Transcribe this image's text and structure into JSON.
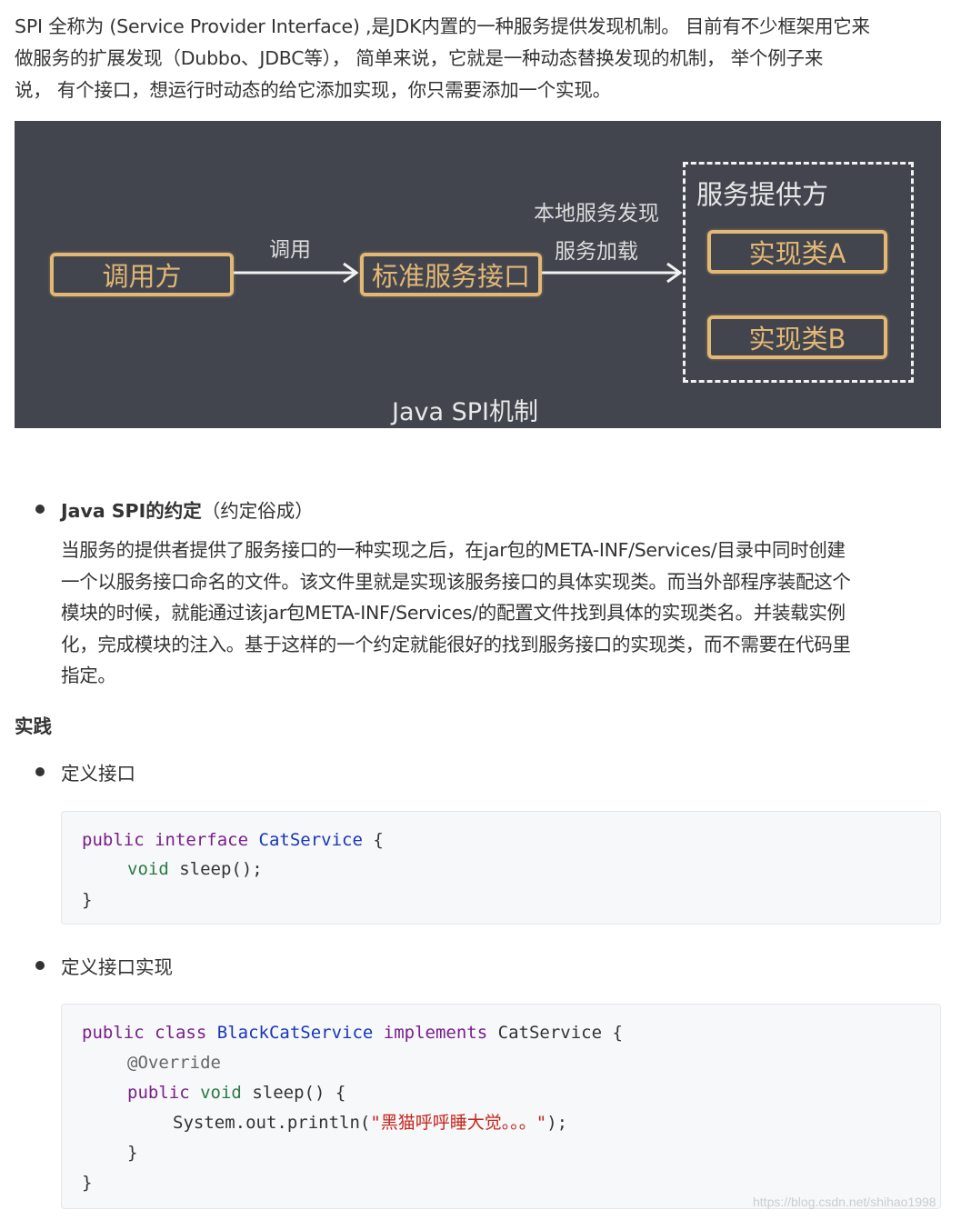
{
  "intro": {
    "lines": [
      "SPI 全称为 (Service Provider Interface) ,是JDK内置的一种服务提供发现机制。 目前有不少框架用它来",
      "做服务的扩展发现（Dubbo、JDBC等）， 简单来说，它就是一种动态替换发现的机制， 举个例子来",
      "说， 有个接口，想运行时动态的给它添加实现，你只需要添加一个实现。"
    ]
  },
  "diagram": {
    "caller": "调用方",
    "call_label": "调用",
    "interface_box": "标准服务接口",
    "discovery_label": "本地服务发现",
    "loading_label": "服务加载",
    "provider_title": "服务提供方",
    "impl_a": "实现类A",
    "impl_b": "实现类B",
    "caption": "Java SPI机制",
    "colors": {
      "background": "#42454e",
      "accent": "#e3b774"
    }
  },
  "convention": {
    "title_bold": "Java SPI的约定",
    "title_note": "（约定俗成）",
    "lines": [
      "当服务的提供者提供了服务接口的一种实现之后，在jar包的META-INF/Services/目录中同时创建",
      "一个以服务接口命名的文件。该文件里就是实现该服务接口的具体实现类。而当外部程序装配这个",
      "模块的时候，就能通过该jar包META-INF/Services/的配置文件找到具体的实现类名。并装载实例",
      "化，完成模块的注入。基于这样的一个约定就能很好的找到服务接口的实现类，而不需要在代码里",
      "指定。"
    ]
  },
  "practice_heading": "实践",
  "step1": {
    "label": "定义接口",
    "code": {
      "kw_public": "public",
      "kw_interface": "interface",
      "name": "CatService",
      "open": "{",
      "kw_void": "void",
      "method": "sleep();",
      "close": "}"
    }
  },
  "step2": {
    "label": "定义接口实现",
    "code": {
      "kw_public": "public",
      "kw_class": "class",
      "name": "BlackCatService",
      "kw_implements": "implements",
      "iface": "CatService",
      "open": "{",
      "annotation": "@Override",
      "m_public": "public",
      "m_void": "void",
      "method": "sleep() {",
      "call": "System.out.println(",
      "string": "\"黑猫呼呼睡大觉。。。\"",
      "call_end": ");",
      "close_inner": "}",
      "close_outer": "}"
    }
  },
  "watermark": "https://blog.csdn.net/shihao1998"
}
